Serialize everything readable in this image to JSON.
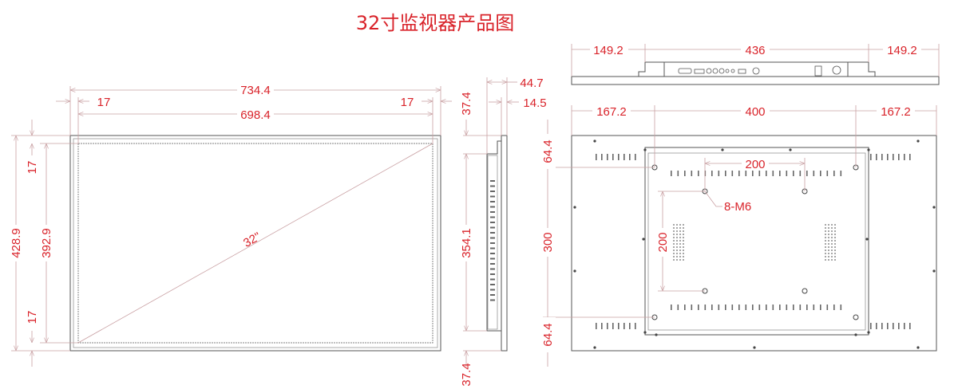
{
  "title": "32寸监视器产品图",
  "front_view": {
    "overall_width": "734.4",
    "bezel_left": "17",
    "bezel_right": "17",
    "screen_width": "698.4",
    "overall_height": "428.9",
    "screen_height": "392.9",
    "bezel_top": "17",
    "bezel_bottom": "17",
    "diagonal": "32\""
  },
  "side_view": {
    "depth_total": "44.7",
    "depth_plate": "14.5",
    "offset_top": "37.4",
    "body_height": "354.1",
    "offset_bottom": "37.4"
  },
  "top_view": {
    "left_margin": "149.2",
    "body_width": "436",
    "right_margin": "149.2"
  },
  "back_view": {
    "left_margin": "167.2",
    "hole_spacing_h": "400",
    "right_margin": "167.2",
    "top_margin": "64.4",
    "hole_spacing_v": "300",
    "bottom_margin": "64.4",
    "vesa_h": "200",
    "vesa_v": "200",
    "screw_label": "8-M6"
  },
  "colors": {
    "dimension": "#d9232a",
    "dimension_line": "#c9a0a3",
    "outline": "#555555"
  }
}
